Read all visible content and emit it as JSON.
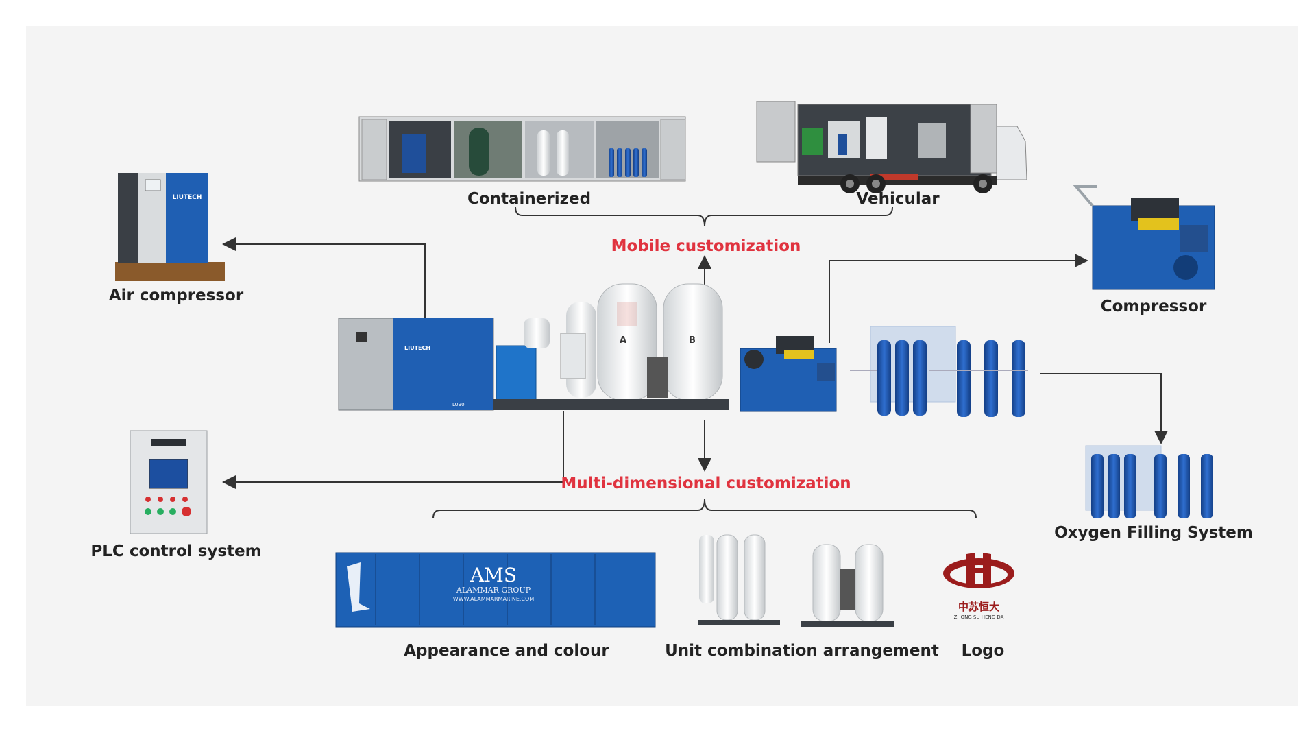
{
  "labels": {
    "containerized": "Containerized",
    "vehicular": "Vehicular",
    "mobile": "Mobile customization",
    "air_compressor": "Air compressor",
    "compressor": "Compressor",
    "plc": "PLC control system",
    "multi": "Multi-dimensional customization",
    "oxygen_filling": "Oxygen Filling System",
    "appearance": "Appearance and colour",
    "unit_combo": "Unit combination arrangement",
    "logo": "Logo"
  },
  "brand": {
    "compressor_brand": "LIUTECH",
    "compressor_model": "LU90",
    "container_text": "AMS",
    "container_sub": "ALAMMAR GROUP",
    "container_url": "WWW.ALAMMARMARINE.COM",
    "logo_cn": "中苏恒大",
    "logo_en": "ZHONG SU HENG DA",
    "tower_a": "A",
    "tower_b": "B"
  },
  "colors": {
    "accent_red": "#e0333f",
    "equipment_blue": "#1f5fb3",
    "label_dark": "#222222",
    "logo_red": "#9b1c1c"
  }
}
